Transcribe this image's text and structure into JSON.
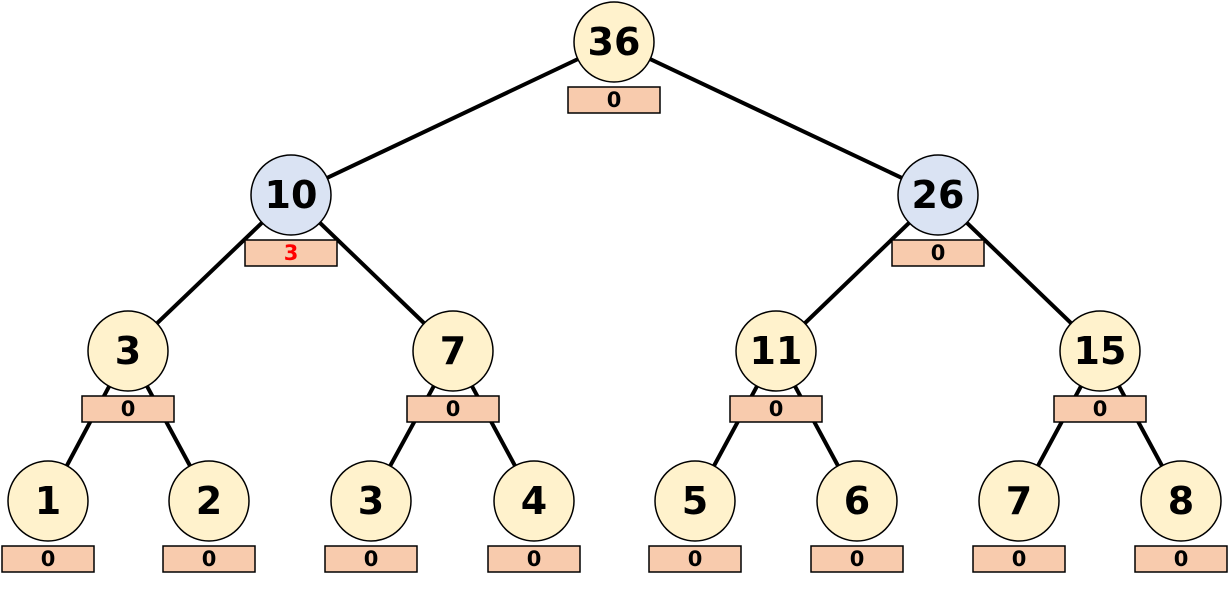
{
  "colors": {
    "node_default": "#fff2cc",
    "node_highlight": "#dae3f3",
    "lazy_box": "#f8cbad",
    "lazy_text_default": "#000000",
    "lazy_text_highlight": "#ff0000",
    "edge": "#000000"
  },
  "tree": {
    "nodes": [
      {
        "id": "n1",
        "value": "36",
        "lazy": "0",
        "highlight": false,
        "lazy_highlight": false
      },
      {
        "id": "n2",
        "value": "10",
        "lazy": "3",
        "highlight": true,
        "lazy_highlight": true
      },
      {
        "id": "n3",
        "value": "26",
        "lazy": "0",
        "highlight": true,
        "lazy_highlight": false
      },
      {
        "id": "n4",
        "value": "3",
        "lazy": "0",
        "highlight": false,
        "lazy_highlight": false
      },
      {
        "id": "n5",
        "value": "7",
        "lazy": "0",
        "highlight": false,
        "lazy_highlight": false
      },
      {
        "id": "n6",
        "value": "11",
        "lazy": "0",
        "highlight": false,
        "lazy_highlight": false
      },
      {
        "id": "n7",
        "value": "15",
        "lazy": "0",
        "highlight": false,
        "lazy_highlight": false
      },
      {
        "id": "n8",
        "value": "1",
        "lazy": "0",
        "highlight": false,
        "lazy_highlight": false
      },
      {
        "id": "n9",
        "value": "2",
        "lazy": "0",
        "highlight": false,
        "lazy_highlight": false
      },
      {
        "id": "n10",
        "value": "3",
        "lazy": "0",
        "highlight": false,
        "lazy_highlight": false
      },
      {
        "id": "n11",
        "value": "4",
        "lazy": "0",
        "highlight": false,
        "lazy_highlight": false
      },
      {
        "id": "n12",
        "value": "5",
        "lazy": "0",
        "highlight": false,
        "lazy_highlight": false
      },
      {
        "id": "n13",
        "value": "6",
        "lazy": "0",
        "highlight": false,
        "lazy_highlight": false
      },
      {
        "id": "n14",
        "value": "7",
        "lazy": "0",
        "highlight": false,
        "lazy_highlight": false
      },
      {
        "id": "n15",
        "value": "8",
        "lazy": "0",
        "highlight": false,
        "lazy_highlight": false
      }
    ],
    "edges": [
      [
        "n1",
        "n2"
      ],
      [
        "n1",
        "n3"
      ],
      [
        "n2",
        "n4"
      ],
      [
        "n2",
        "n5"
      ],
      [
        "n3",
        "n6"
      ],
      [
        "n3",
        "n7"
      ],
      [
        "n4",
        "n8"
      ],
      [
        "n4",
        "n9"
      ],
      [
        "n5",
        "n10"
      ],
      [
        "n5",
        "n11"
      ],
      [
        "n6",
        "n12"
      ],
      [
        "n6",
        "n13"
      ],
      [
        "n7",
        "n14"
      ],
      [
        "n7",
        "n15"
      ]
    ]
  }
}
